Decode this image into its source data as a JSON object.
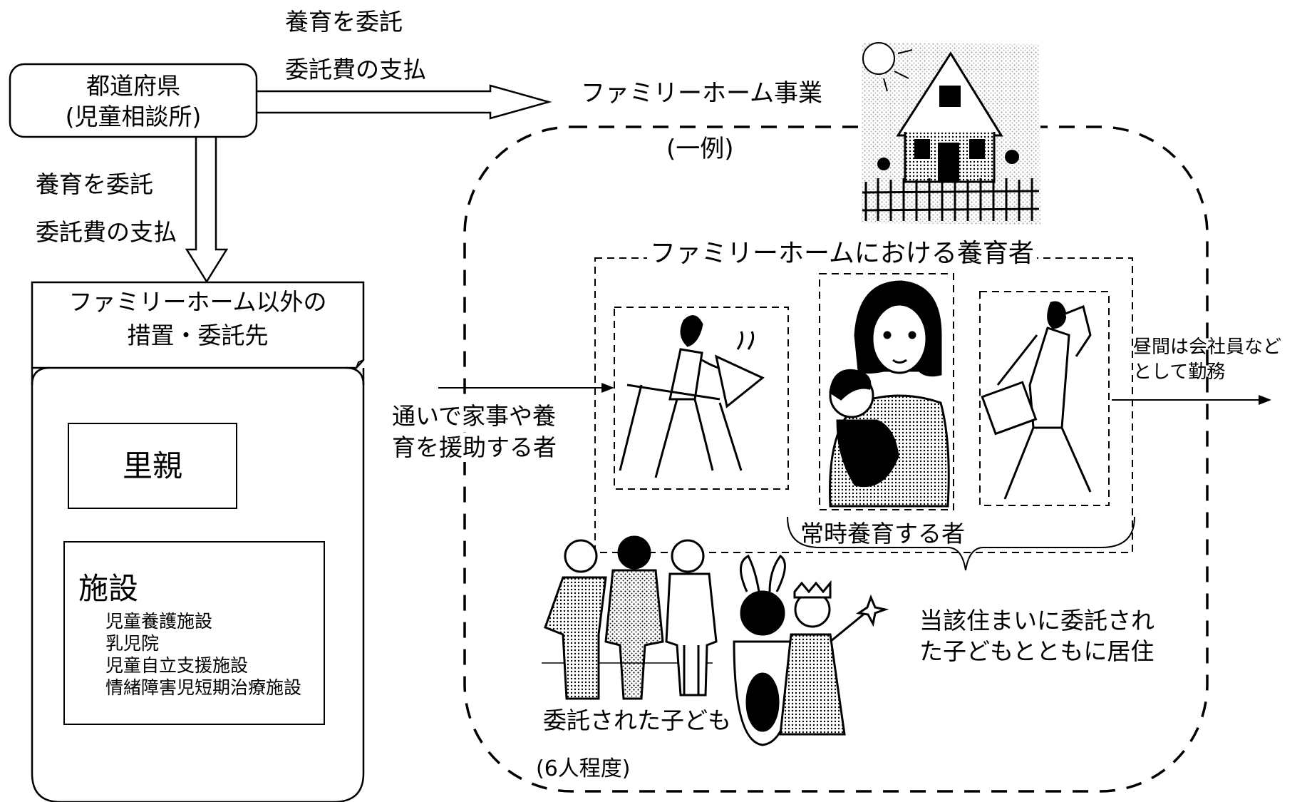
{
  "prefecture": {
    "line1": "都道府県",
    "line2": "(児童相談所)"
  },
  "arrow_top": {
    "line1": "養育を委託",
    "line2": "委託費の支払"
  },
  "arrow_left": {
    "line1": "養育を委託",
    "line2": "委託費の支払"
  },
  "other_placements": {
    "title_line1": "ファミリーホーム以外の",
    "title_line2": "措置・委託先",
    "foster_parents": "里親",
    "facilities": {
      "heading": "施設",
      "items": [
        "児童養護施設",
        "乳児院",
        "児童自立支援施設",
        "情緒障害児短期治療施設"
      ]
    }
  },
  "family_home": {
    "title": "ファミリーホーム事業",
    "example": "(一例)",
    "caregivers_label": "ファミリーホームにおける養育者",
    "helper_label_line1": "通いで家事や養",
    "helper_label_line2": "育を援助する者",
    "fulltime_label": "常時養育する者",
    "daytime_label_line1": "昼間は会社員など",
    "daytime_label_line2": "として勤務",
    "residence_line1": "当該住まいに委託され",
    "residence_line2": "た子どもとともに居住",
    "children_label": "委託された子ども",
    "children_count": "(6人程度)"
  }
}
